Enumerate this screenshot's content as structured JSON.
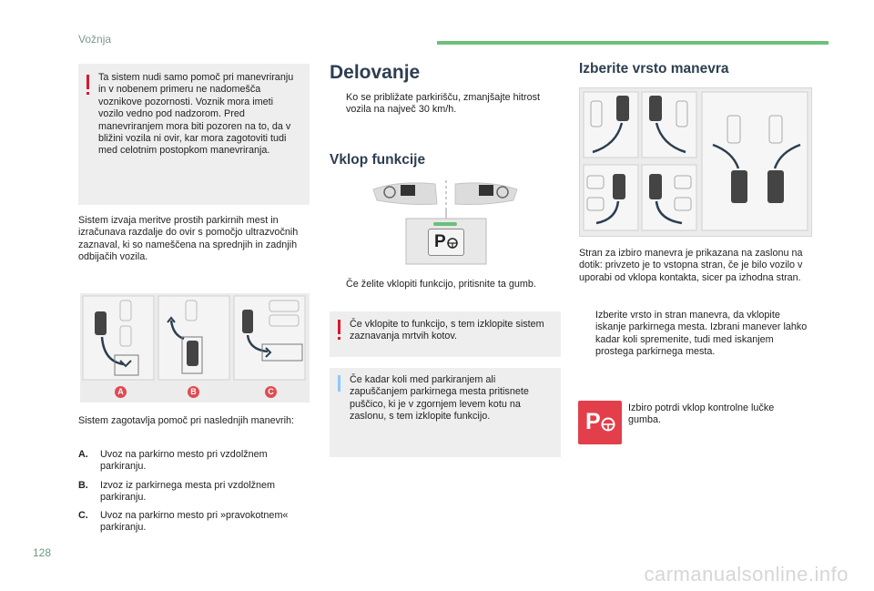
{
  "header": {
    "section": "Vožnja"
  },
  "page_number": "128",
  "watermark": "carmanualsonline.info",
  "left": {
    "warning_text": "Ta sistem nudi samo pomoč pri manevriranju in v nobenem primeru ne nadomešča voznikove pozornosti. Voznik mora imeti vozilo vedno pod nadzorom. Pred manevriranjem mora biti pozoren na to, da v bližini vozila ni ovir, kar mora zagotoviti tudi med celotnim postopkom manevriranja.",
    "intro": "Sistem izvaja meritve prostih parkirnih mest in izračunava razdalje do ovir s pomočjo ultrazvočnih zaznaval, ki so nameščena na sprednjih in zadnjih odbijačih vozila.",
    "diagram_labels": [
      "A",
      "B",
      "C"
    ],
    "maneuvers_intro": "Sistem zagotavlja pomoč pri naslednjih manevrih:",
    "maneuvers": [
      {
        "label": "A.",
        "text": "Uvoz na parkirno mesto pri vzdolžnem parkiranju."
      },
      {
        "label": "B.",
        "text": "Izvoz iz parkirnega mesta pri vzdolžnem parkiranju."
      },
      {
        "label": "C.",
        "text": "Uvoz na parkirno mesto pri »pravokotnem« parkiranju."
      }
    ]
  },
  "middle": {
    "title": "Delovanje",
    "speed_note": "Ko se približate parkirišču, zmanjšajte hitrost vozila na največ 30 km/h.",
    "activate_title": "Vklop funkcije",
    "button_glyph": "P",
    "press_note": "Če želite vklopiti funkcijo, pritisnite ta gumb.",
    "warning_text": "Če vklopite to funkcijo, s tem izklopite sistem zaznavanja mrtvih kotov.",
    "info_text": "Če kadar koli med parkiranjem ali zapuščanjem parkirnega mesta pritisnete puščico, ki je v zgornjem levem kotu na zaslonu, s tem izklopite funkcijo."
  },
  "right": {
    "title": "Izberite vrsto manevra",
    "screen_note": "Stran za izbiro manevra je prikazana na zaslonu na dotik: privzeto je to vstopna stran, če je bilo vozilo v uporabi od vklopa kontakta, sicer pa izhodna stran.",
    "choose_note": "Izberite vrsto in stran manevra, da vklopite iskanje parkirnega mesta. Izbrani manever lahko kadar koli spremenite, tudi med iskanjem prostega parkirnega mesta.",
    "lamp_note": "Izbiro potrdi vklop kontrolne lučke gumba.",
    "button_glyph": "P"
  },
  "bullet_glyph": "",
  "colors": {
    "accent_red": "#e23f4a",
    "header_green": "#6cc07a",
    "heading": "#2d3e50",
    "info_blue": "#8ec8ff"
  }
}
